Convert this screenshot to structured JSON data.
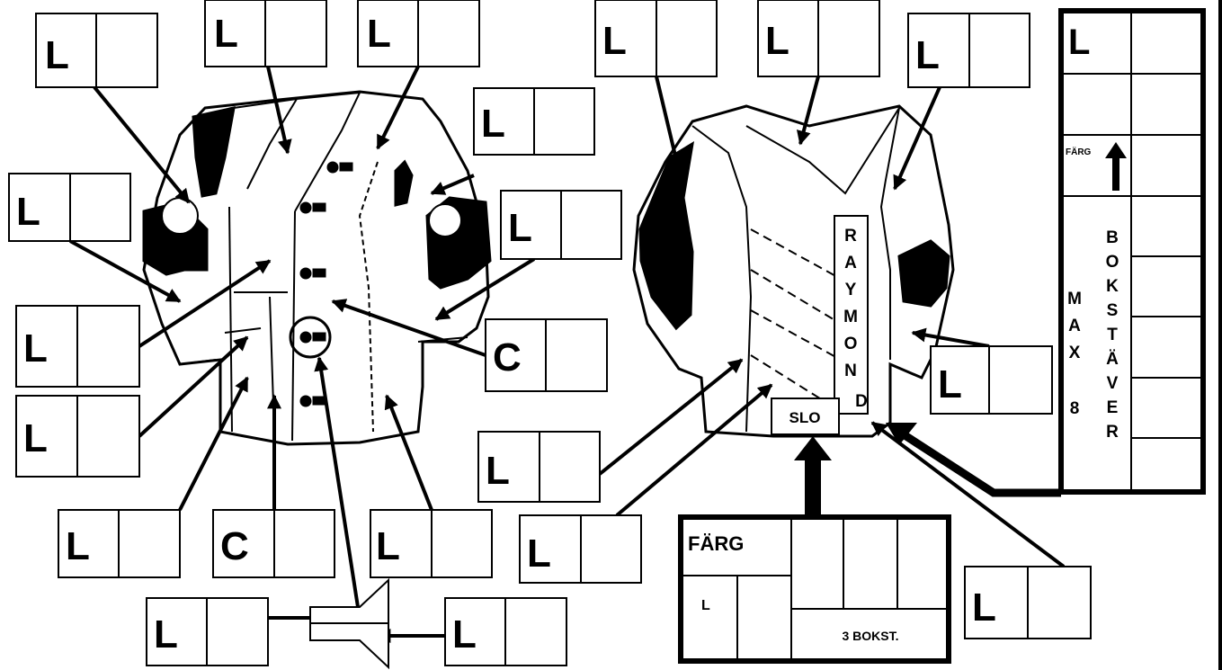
{
  "front": {
    "boxes": [
      "L",
      "L",
      "L",
      "L",
      "L",
      "L",
      "C",
      "L",
      "L",
      "L",
      "C",
      "L",
      "L",
      "L"
    ]
  },
  "back": {
    "boxes": [
      "L",
      "L",
      "L",
      "L",
      "L",
      "L"
    ],
    "name_letters": [
      "R",
      "A",
      "Y",
      "M",
      "O",
      "N",
      "D"
    ],
    "country_code": "SLO"
  },
  "country_panel": {
    "color_label": "FÄRG",
    "letter": "L",
    "caption": "3 BOKST."
  },
  "side_panel": {
    "top_letter": "L",
    "color_label": "FÄRG",
    "max_label": [
      "M",
      "A",
      "X",
      "8"
    ],
    "letters_label": [
      "B",
      "O",
      "K",
      "S",
      "T",
      "Ä",
      "V",
      "E",
      "R"
    ]
  }
}
